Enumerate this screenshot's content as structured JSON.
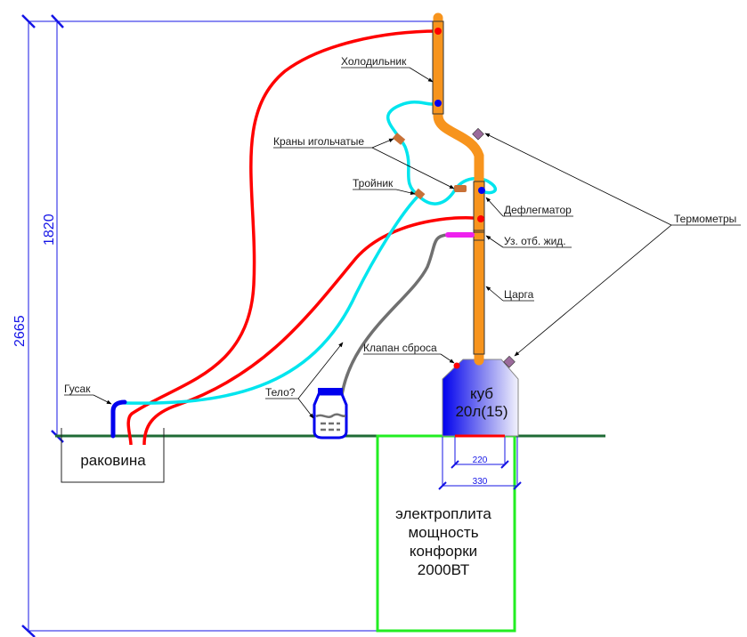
{
  "dimensions": {
    "total_height": "2665",
    "upper_height": "1820",
    "inner_width": "220",
    "outer_width": "330"
  },
  "labels": {
    "condenser": "Холодильник",
    "needle_valves": "Краны игольчатые",
    "tee": "Тройник",
    "dephlegmator": "Дефлегматор",
    "liquid_takeoff": "Уз. отб. жид.",
    "column": "Царга",
    "thermometers": "Термометры",
    "relief_valve": "Клапан сброса",
    "body_question": "Тело?",
    "gooseneck": "Гусак"
  },
  "boiler": {
    "line1": "куб",
    "line2": "20л(15)"
  },
  "sink": {
    "label": "раковина"
  },
  "stove": {
    "line1": "электроплита",
    "line2": "мощность",
    "line3": "конфорки",
    "line4": "2000ВТ"
  },
  "colors": {
    "hot_water": "#ff0000",
    "cold_water": "#00e5ee",
    "column": "#f7941d",
    "dimension": "#1414e6",
    "floor": "#1f6b35",
    "stove": "#22ee22",
    "valve": "#c87137",
    "thermometer": "#9b6b9b",
    "takeoff": "#ee22ee",
    "drain": "#707070"
  }
}
